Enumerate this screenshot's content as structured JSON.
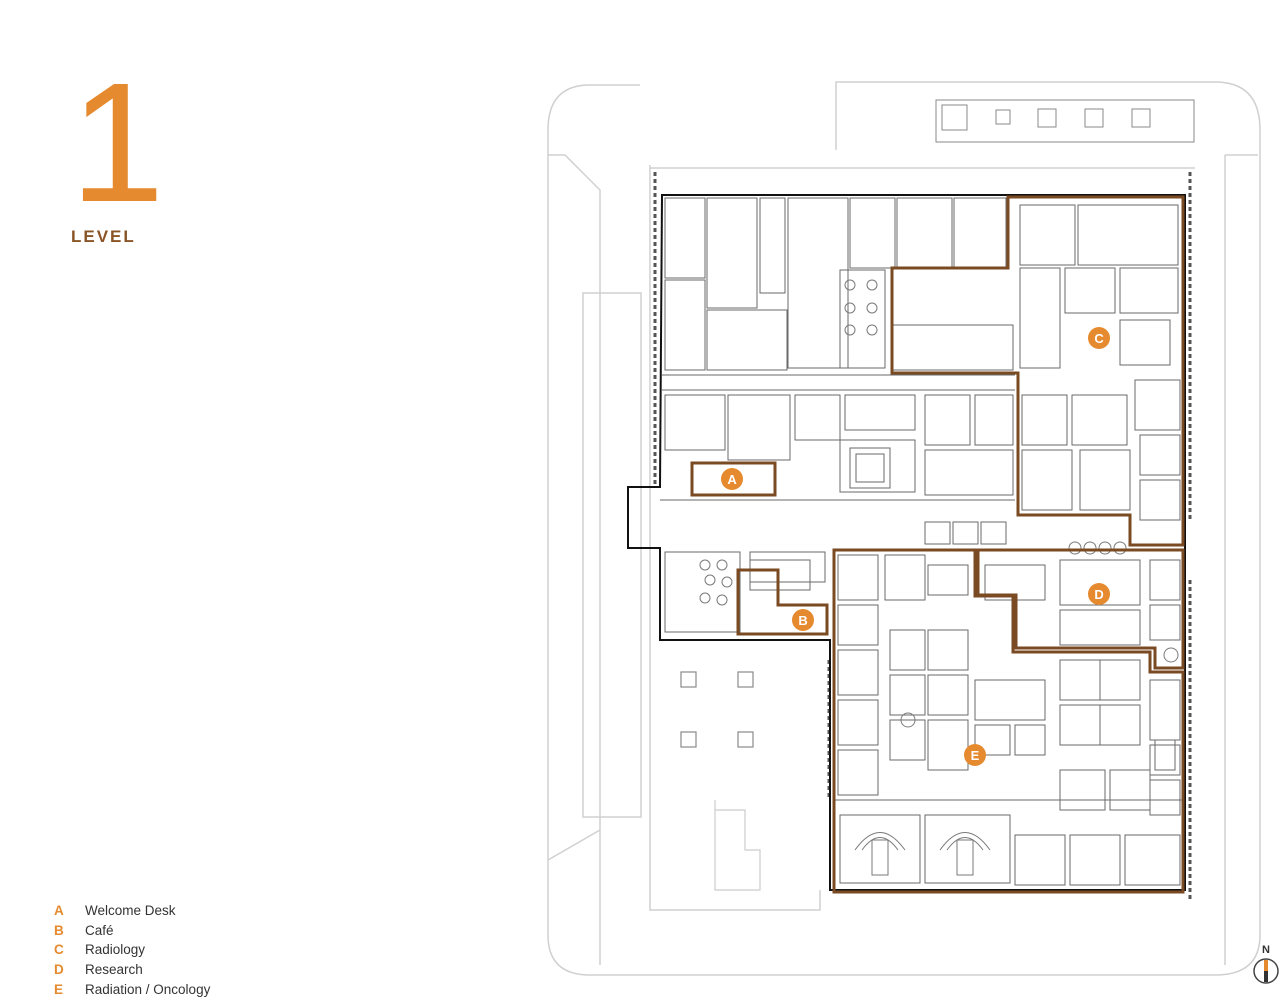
{
  "level": {
    "number": "1",
    "label": "LEVEL"
  },
  "legend": [
    {
      "letter": "A",
      "name": "Welcome Desk"
    },
    {
      "letter": "B",
      "name": "Café"
    },
    {
      "letter": "C",
      "name": "Radiology"
    },
    {
      "letter": "D",
      "name": "Research"
    },
    {
      "letter": "E",
      "name": "Radiation / Oncology"
    }
  ],
  "markers": [
    "A",
    "B",
    "C",
    "D",
    "E"
  ],
  "north": "N",
  "colors": {
    "accent": "#e58a2e",
    "zone_outline": "#7a4a22",
    "wall": "#555555",
    "site": "#cfcfcf"
  }
}
